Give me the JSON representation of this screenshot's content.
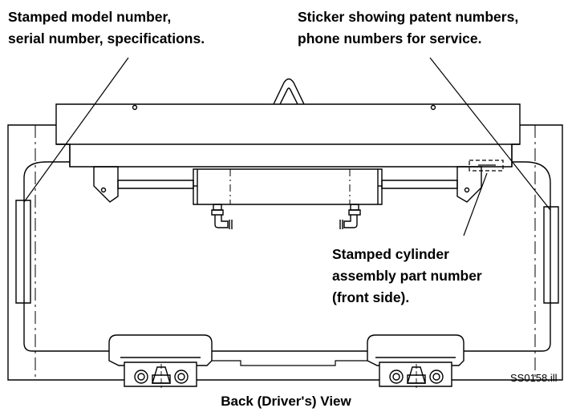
{
  "callouts": {
    "left": {
      "line1": "Stamped model number,",
      "line2": "serial number, specifications."
    },
    "right": {
      "line1": "Sticker showing patent numbers,",
      "line2": "phone numbers for service."
    },
    "cylinder": {
      "line1": "Stamped cylinder",
      "line2": "assembly part number",
      "line3": "(front side)."
    }
  },
  "caption": "Back (Driver's) View",
  "file_reference": "SS0158.ill"
}
